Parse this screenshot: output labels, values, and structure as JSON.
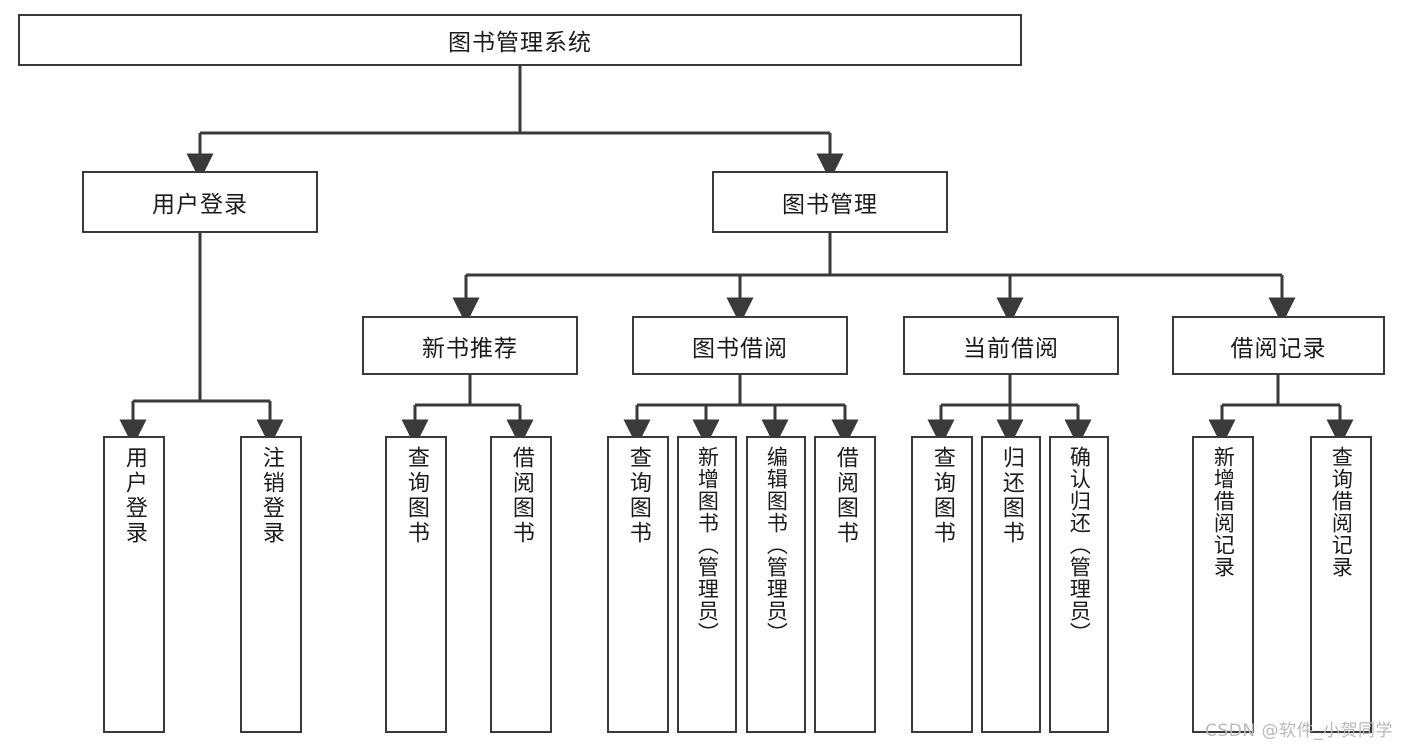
{
  "diagram": {
    "title": "图书管理系统",
    "type": "hierarchy-tree",
    "watermark": "CSDN @软件_小贺同学",
    "colors": {
      "box_border": "#3a3a3a",
      "box_fill": "#ffffff",
      "edge": "#3a3a3a",
      "text": "#1b1b1b",
      "watermark": "#b9b9b9",
      "background": "#ffffff"
    },
    "levels": {
      "root": {
        "label": "图书管理系统"
      },
      "level2": [
        {
          "label": "用户登录"
        },
        {
          "label": "图书管理"
        }
      ],
      "level3": [
        {
          "label": "新书推荐"
        },
        {
          "label": "图书借阅"
        },
        {
          "label": "当前借阅"
        },
        {
          "label": "借阅记录"
        }
      ],
      "leaves": {
        "user_login": [
          {
            "label": "用户登录"
          },
          {
            "label": "注销登录"
          }
        ],
        "new_book_recommend": [
          {
            "label": "查询图书"
          },
          {
            "label": "借阅图书"
          }
        ],
        "book_borrow": [
          {
            "label": "查询图书"
          },
          {
            "label": "新增图书（管理员）"
          },
          {
            "label": "编辑图书（管理员）"
          },
          {
            "label": "借阅图书"
          }
        ],
        "current_borrow": [
          {
            "label": "查询图书"
          },
          {
            "label": "归还图书"
          },
          {
            "label": "确认归还（管理员）"
          }
        ],
        "borrow_record": [
          {
            "label": "新增借阅记录"
          },
          {
            "label": "查询借阅记录"
          }
        ]
      }
    }
  }
}
